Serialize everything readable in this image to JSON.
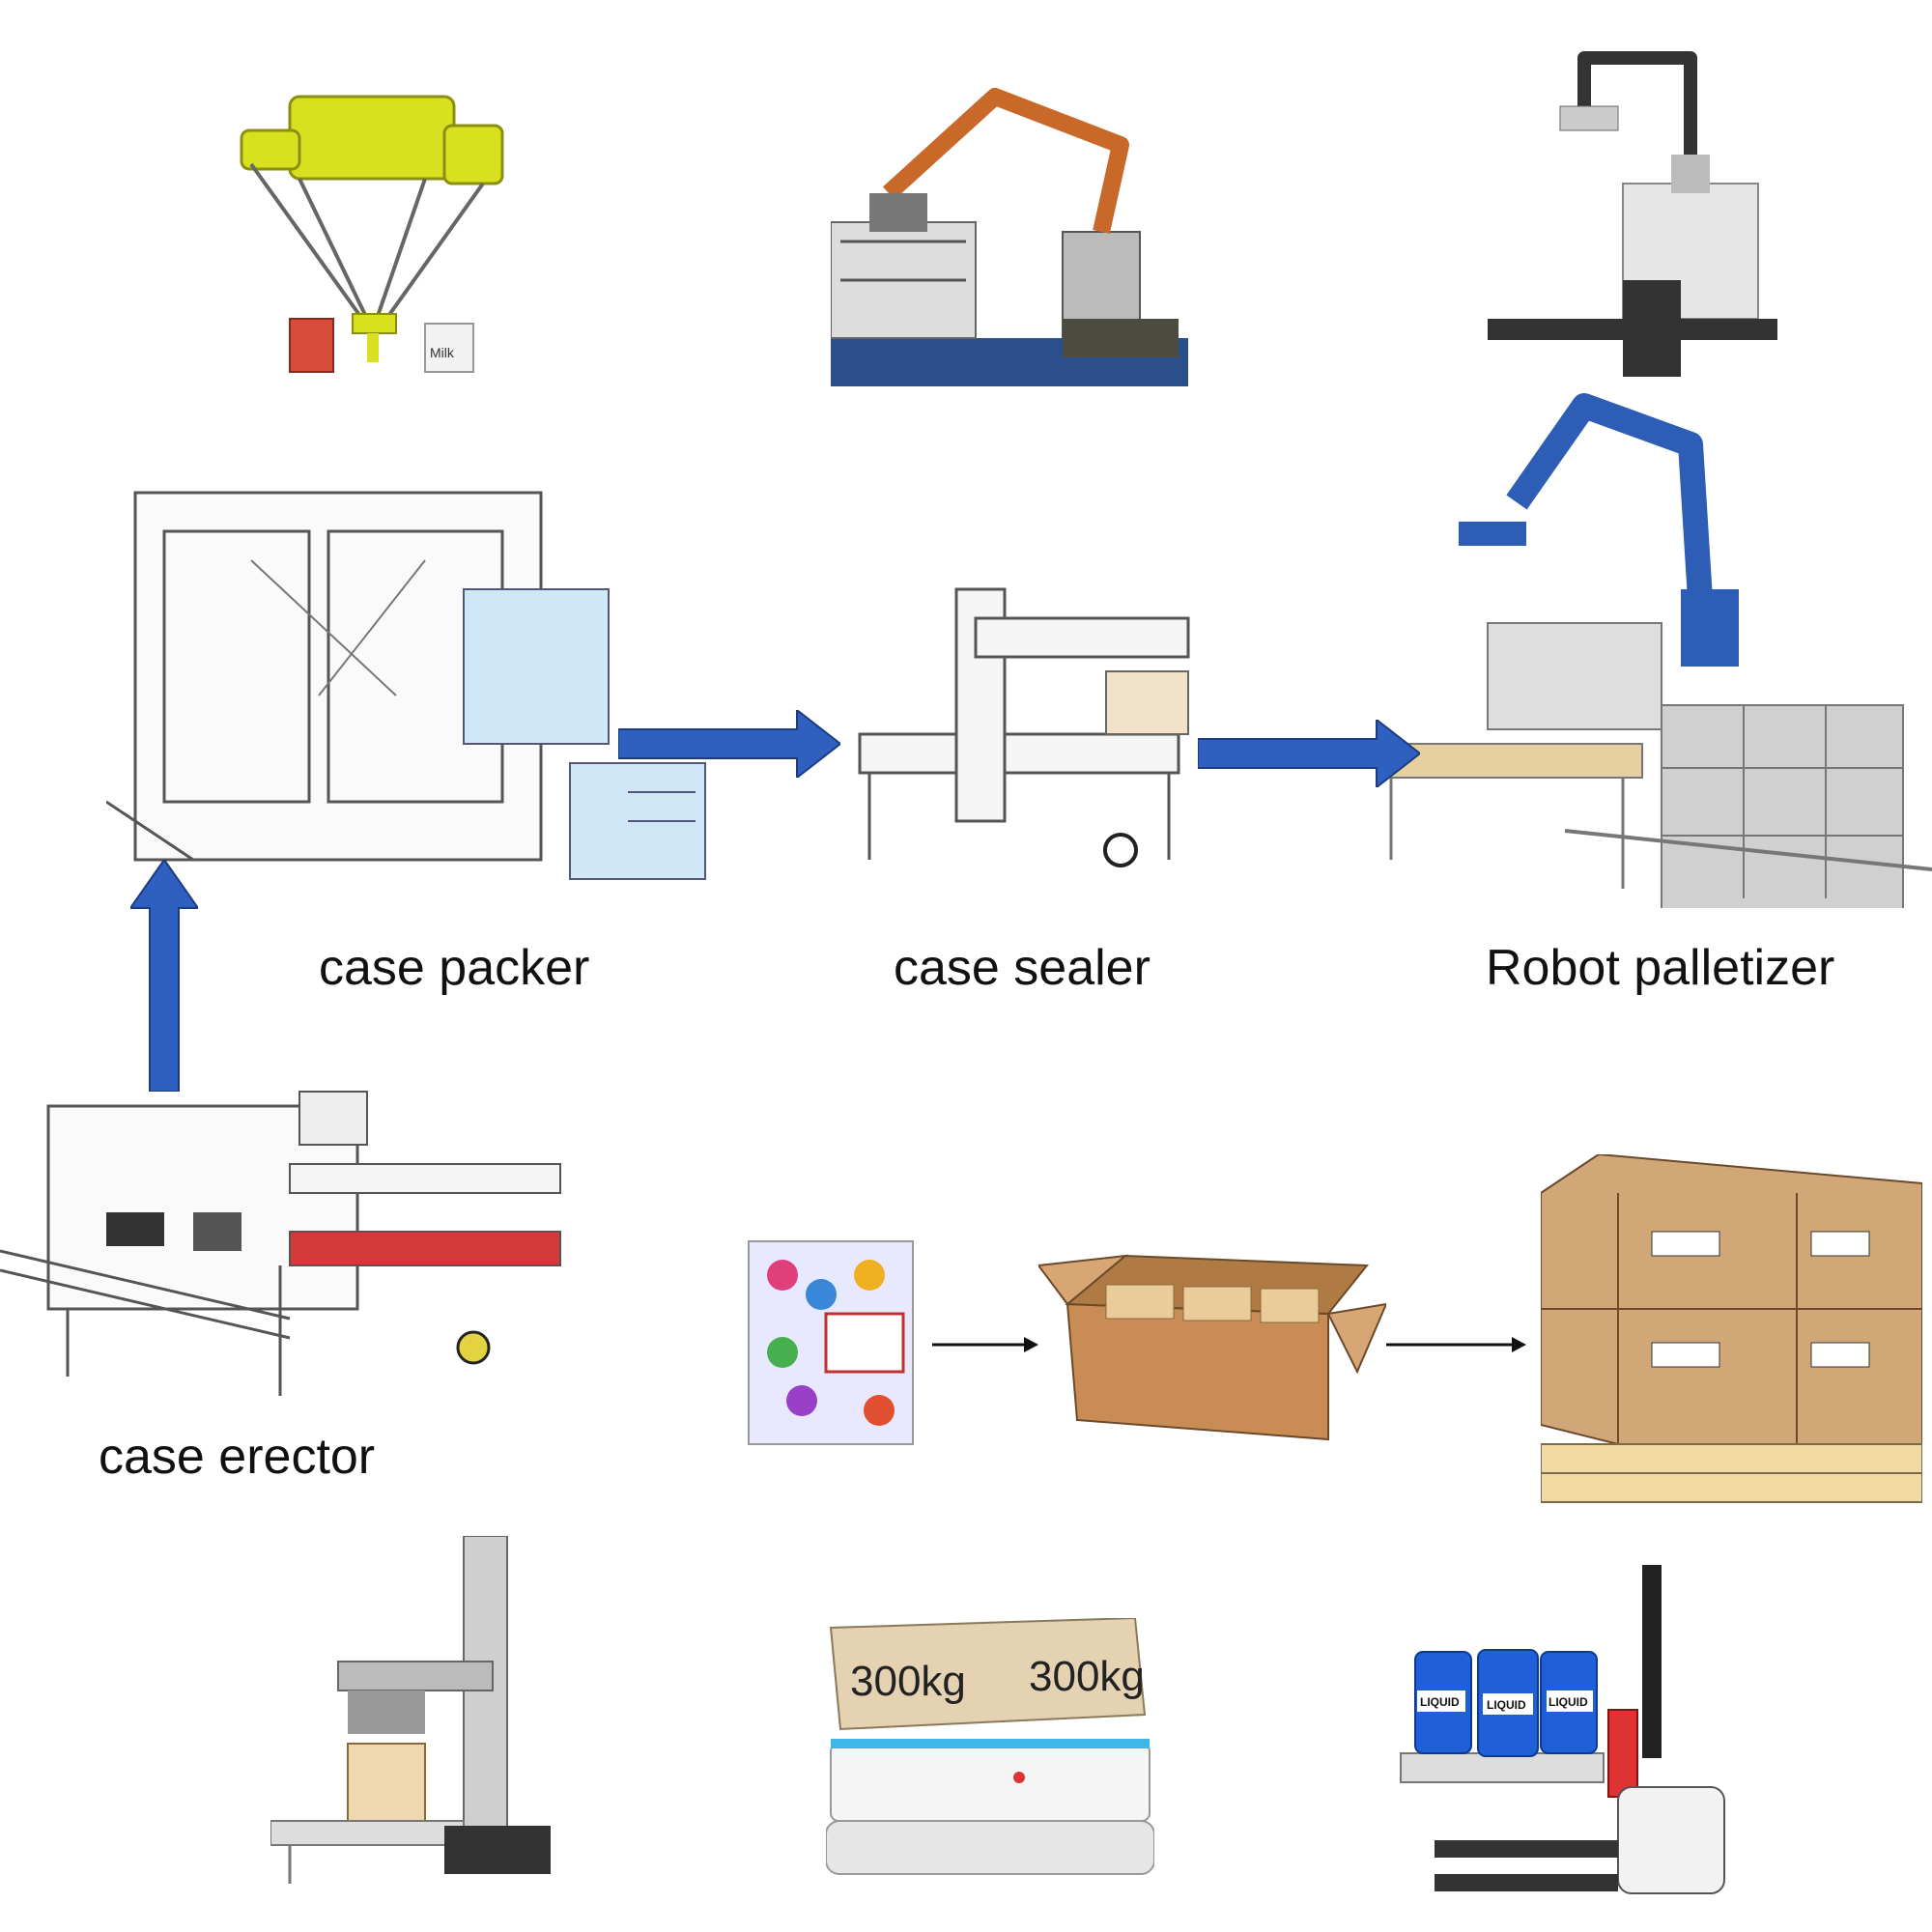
{
  "labels": {
    "case_packer": "case packer",
    "case_sealer": "case sealer",
    "robot_palletizer": "Robot palletizer",
    "case_erector": "case erector"
  },
  "illustration_text": {
    "milk_bag": "Milk",
    "agv_box_left": "300kg",
    "agv_box_right": "300kg",
    "drum_label_1": "LIQUID",
    "drum_label_2": "LIQUID",
    "drum_label_3": "LIQUID"
  },
  "colors": {
    "flow_arrow": "#2f5fbf",
    "delta_robot": "#d8e020",
    "palletizer_arm": "#c8692a",
    "robot_arm_blue": "#2d5db4",
    "cardboard": "#d2a777",
    "pallet_wood": "#f1d9a4",
    "drum_blue": "#1f5fd8",
    "control_cabinet": "#cfe7f7"
  }
}
